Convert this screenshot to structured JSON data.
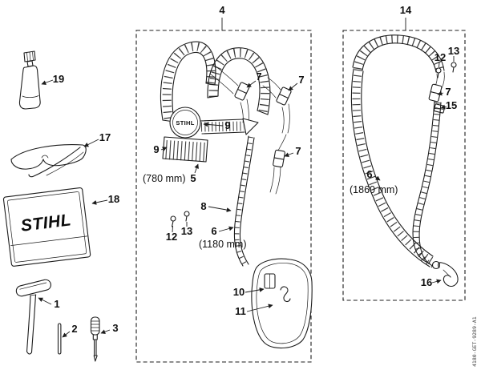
{
  "diagram": {
    "drawing_code": "4180-GET-9289-A1",
    "brand": "STIHL"
  },
  "boxes": {
    "full_harness_label": "4",
    "single_strap_label": "14"
  },
  "callouts": {
    "n1": "1",
    "n2": "2",
    "n3": "3",
    "n5": "5",
    "n6": "6",
    "n7": "7",
    "n8": "8",
    "n9": "9",
    "n10": "10",
    "n11": "11",
    "n12": "12",
    "n13": "13",
    "n15": "15",
    "n16": "16",
    "n17": "17",
    "n18": "18",
    "n19": "19"
  },
  "dimensions": {
    "dim_780": "(780 mm)",
    "dim_1180": "(1180 mm)",
    "dim_1860": "(1860 mm)"
  }
}
